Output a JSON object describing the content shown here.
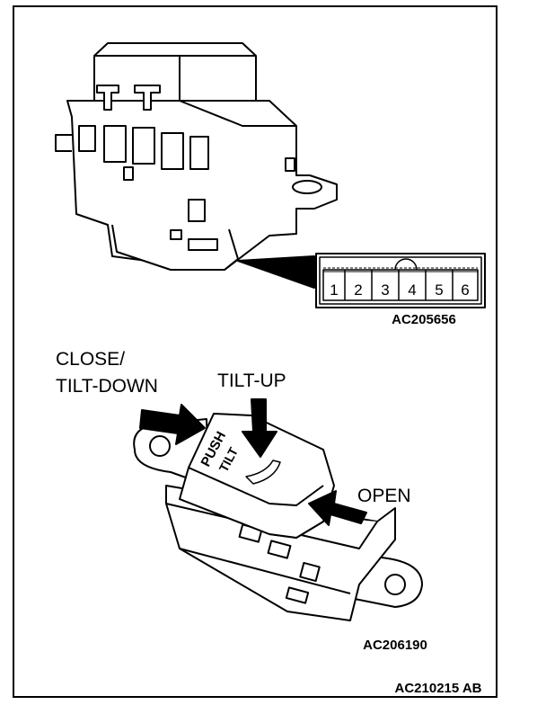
{
  "connector": {
    "pins": [
      "1",
      "2",
      "3",
      "4",
      "5",
      "6"
    ],
    "figure_code": "AC205656"
  },
  "switch": {
    "labels": {
      "close": "CLOSE/",
      "tilt_down": "TILT-DOWN",
      "tilt_up": "TILT-UP",
      "open": "OPEN"
    },
    "button_text": [
      "PUSH",
      "TILT"
    ],
    "figure_code": "AC206190"
  },
  "sheet_code": "AC210215 AB",
  "colors": {
    "line": "#000000",
    "background": "#ffffff"
  }
}
